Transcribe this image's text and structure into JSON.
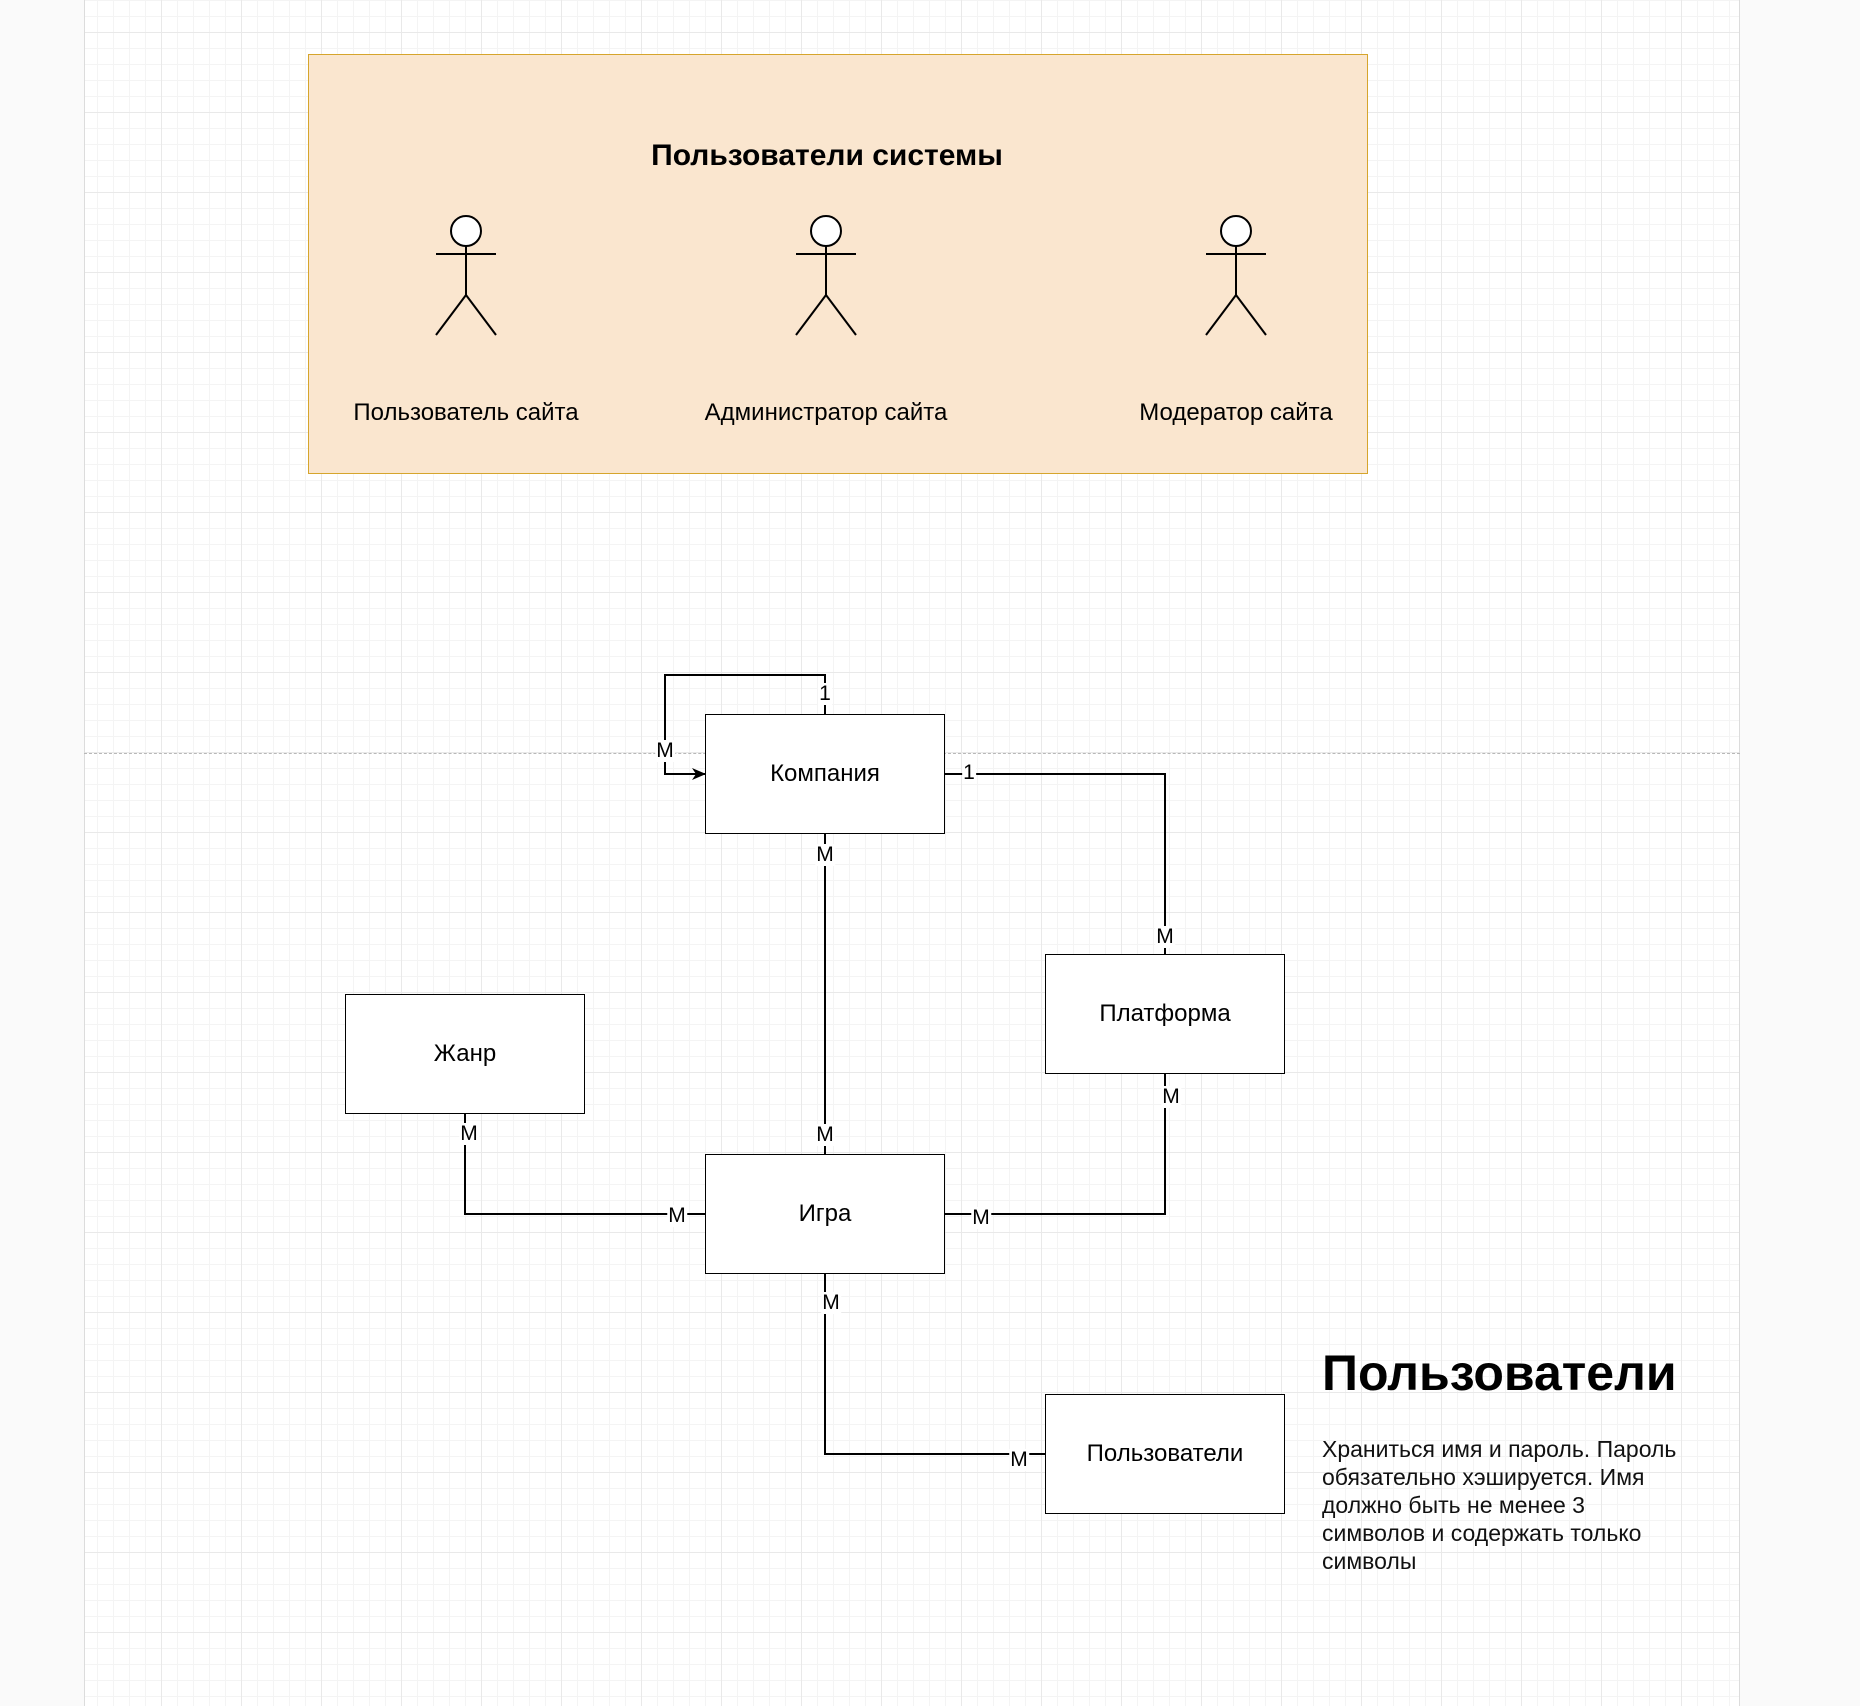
{
  "actors_group": {
    "title": "Пользователи системы",
    "actors": [
      {
        "label": "Пользователь сайта"
      },
      {
        "label": "Администратор сайта"
      },
      {
        "label": "Модератор сайта"
      }
    ]
  },
  "entities": {
    "company": "Компания",
    "platform": "Платформа",
    "genre": "Жанр",
    "game": "Игра",
    "users": "Пользователи"
  },
  "relations": {
    "company_self": {
      "one": "1",
      "many": "M"
    },
    "company_platform": {
      "one": "1",
      "many": "M"
    },
    "company_game": {
      "company_end": "M",
      "game_end": "M"
    },
    "genre_game": {
      "genre_end": "M",
      "game_end": "M"
    },
    "platform_game": {
      "platform_end": "M",
      "game_end": "M"
    },
    "game_users": {
      "game_end": "M",
      "users_end": "M"
    }
  },
  "note": {
    "heading": "Пользователи",
    "body": "Храниться имя и пароль. Пароль обязательно хэшируется. Имя должно быть не менее 3 символов и содержать только символы"
  },
  "colors": {
    "container_fill": "#fae6cf",
    "container_stroke": "#d6a52c",
    "line": "#000000",
    "grid": "#e9e9e9"
  }
}
